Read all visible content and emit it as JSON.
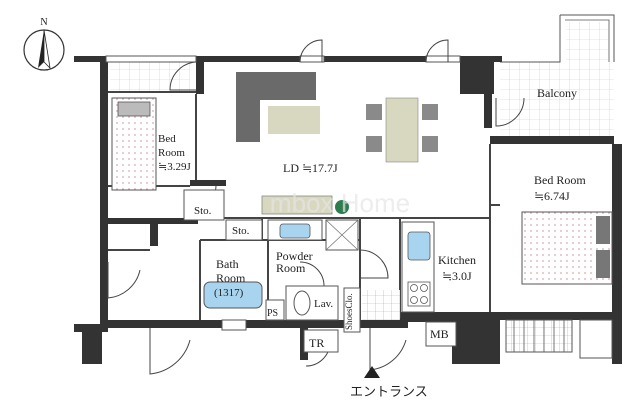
{
  "compass": {
    "north_label": "N"
  },
  "rooms": {
    "balcony": {
      "label": "Balcony"
    },
    "bed_room_1": {
      "label": "Bed",
      "label_2": "Room",
      "size": "≒3.29J"
    },
    "bed_room_2": {
      "label": "Bed Room",
      "size": "≒6.74J"
    },
    "ld": {
      "label": "LD ≒17.7J"
    },
    "kitchen": {
      "label": "Kitchen",
      "size": "≒3.0J"
    },
    "bath_room": {
      "label": "Bath",
      "label_2": "Room",
      "unit_size": "(1317)"
    },
    "powder_room": {
      "label": "Powder",
      "label_2": "Room"
    },
    "storage_1": {
      "label": "Sto."
    },
    "storage_2": {
      "label": "Sto."
    },
    "lavatory": {
      "label": "Lav."
    },
    "ps": {
      "label": "PS"
    },
    "shoes_closet": {
      "label": "ShoesClo."
    },
    "tr": {
      "label": "TR"
    },
    "mb": {
      "label": "MB"
    }
  },
  "entrance": {
    "label": "エントランス"
  },
  "watermark": {
    "text": "mbox Home"
  },
  "colors": {
    "wall": "#333333",
    "line": "#555555",
    "sofa": "#666666",
    "rug": "#d8d8c0",
    "table": "#d8d8c0",
    "chair": "#8a8a8a",
    "bed_dots": "#d9aab0",
    "bath_blue": "#a8d4f0",
    "sink_blue": "#a8d4f0",
    "plant": "#2e7d4f",
    "tile": "#888888"
  }
}
